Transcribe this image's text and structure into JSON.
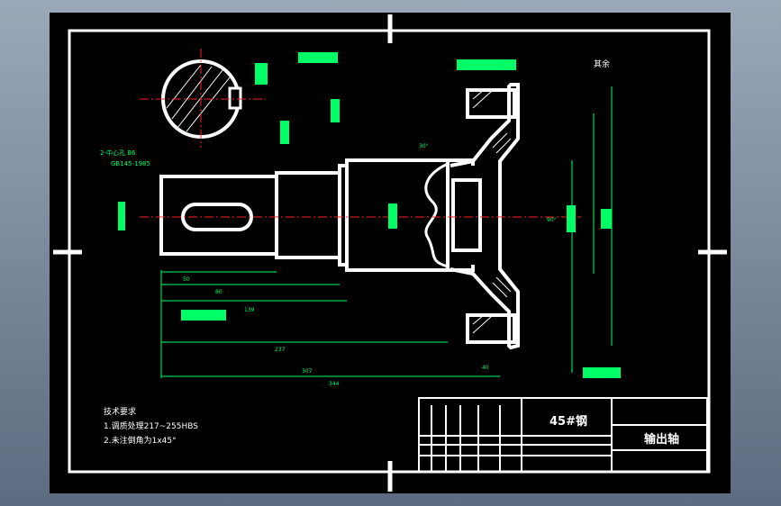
{
  "title_block": {
    "material": "45#钢",
    "part_name": "输出轴"
  },
  "tech_requirements": {
    "heading": "技术要求",
    "items": [
      "1.调质处理217~255HBS",
      "2.未注倒角为1x45°"
    ]
  },
  "center_hole_note": {
    "line1": "2-中心孔 B6",
    "line2": "GB145-1985"
  },
  "roughness_rest": "其余",
  "dimensions": {
    "d50": "50",
    "d80": "80",
    "d139": "139",
    "d237": "237",
    "d307": "307",
    "d344": "344",
    "d40": "40",
    "angle_90": "90°",
    "angle_30": "30°"
  },
  "colors": {
    "background": "#000000",
    "lines": "#ffffff",
    "annotations": "#00ff66",
    "centerline": "#ff2020"
  }
}
